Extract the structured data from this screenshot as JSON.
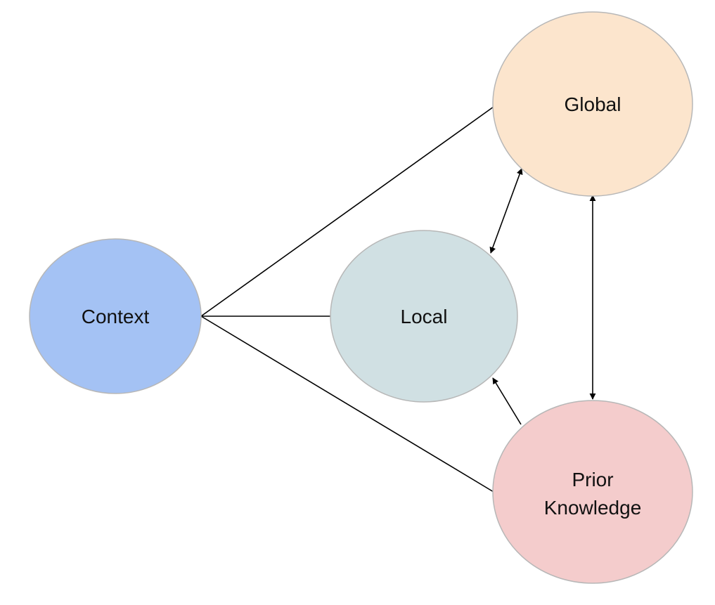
{
  "nodes": {
    "context": {
      "label": "Context",
      "color": "#a4c2f4"
    },
    "local": {
      "label": "Local",
      "color": "#d0e0e3"
    },
    "global": {
      "label": "Global",
      "color": "#fce5cd"
    },
    "prior": {
      "label_line1": "Prior",
      "label_line2": "Knowledge",
      "color": "#f4cccc"
    }
  },
  "edges": [
    {
      "from": "context",
      "to": "global",
      "arrows": "none"
    },
    {
      "from": "context",
      "to": "local",
      "arrows": "none"
    },
    {
      "from": "context",
      "to": "prior",
      "arrows": "none"
    },
    {
      "from": "local",
      "to": "global",
      "arrows": "both"
    },
    {
      "from": "global",
      "to": "prior",
      "arrows": "both"
    },
    {
      "from": "prior",
      "to": "local",
      "arrows": "to"
    }
  ],
  "outline_color": "#b7b7b7"
}
